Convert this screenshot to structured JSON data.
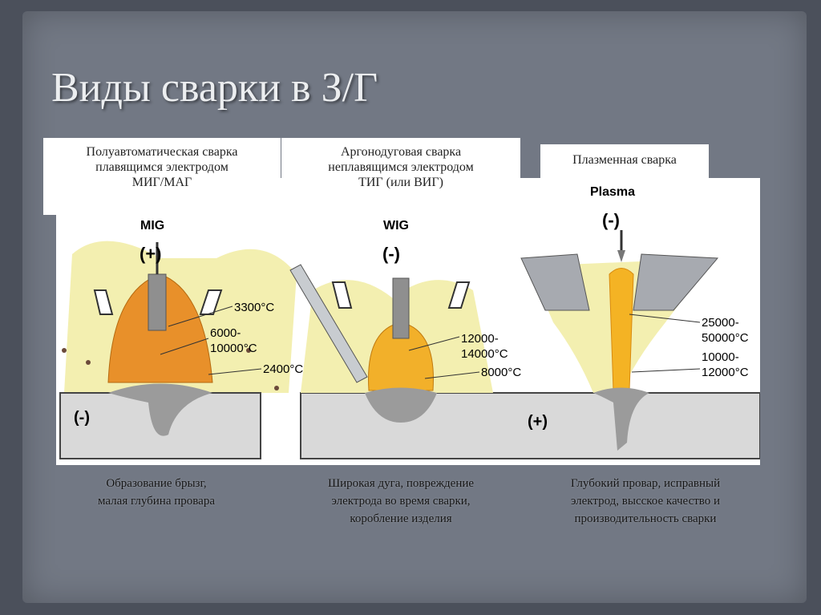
{
  "slide": {
    "title": "Виды сварки в З/Г"
  },
  "headers": {
    "mig": [
      "Полуавтоматическая сварка",
      "плавящимся электродом",
      "МИГ/МАГ"
    ],
    "tig": [
      "Аргонодуговая сварка",
      "неплавящимся электродом",
      "ТИГ (или ВИГ)"
    ],
    "plasma": [
      "Плазменная сварка"
    ]
  },
  "diagram": {
    "mig": {
      "label": "MIG",
      "polarity": "(+)",
      "workpiece_polarity": "(-)",
      "temps": [
        "3300°C",
        "6000-",
        "10000°C",
        "2400°C"
      ]
    },
    "wig": {
      "label": "WIG",
      "polarity": "(-)",
      "temps": [
        "12000-",
        "14000°C",
        "8000°C"
      ]
    },
    "plasma": {
      "label": "Plasma",
      "polarity": "(-)",
      "workpiece_polarity": "(+)",
      "temps": [
        "25000-",
        "50000°C",
        "10000-",
        "12000°C"
      ]
    }
  },
  "captions": {
    "mig": [
      "Образование брызг,",
      "малая глубина  провара"
    ],
    "tig": [
      "Широкая дуга, повреждение",
      "электрода во время сварки,",
      "коробление изделия"
    ],
    "plasma": [
      "Глубокий провар, исправный",
      "электрод, высское качество и",
      "производительность сварки"
    ]
  },
  "colors": {
    "background": "#4b505b",
    "panel": "#727884",
    "shield_gas": "#f3efb0",
    "arc": "#e89a2a",
    "metal": "#bdbdbd"
  }
}
